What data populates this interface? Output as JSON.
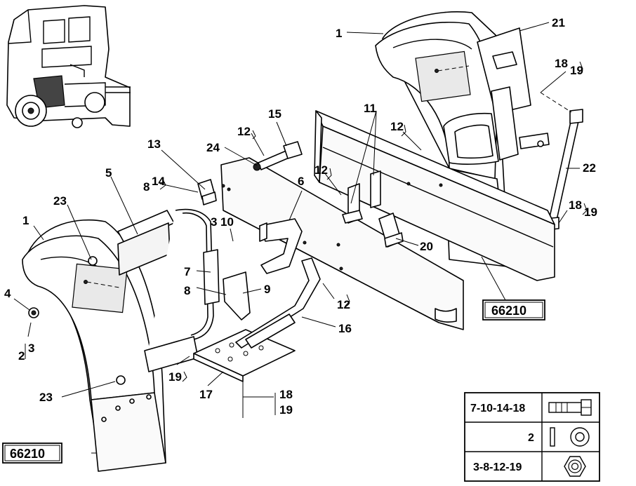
{
  "callouts": {
    "c1_top": "1",
    "c1_left": "1",
    "c21": "21",
    "c18_top": "18",
    "c19_top": "19",
    "c11": "11",
    "c12_a": "12",
    "c12_b": "12",
    "c12_c": "12",
    "c12_d": "12",
    "c15": "15",
    "c24": "24",
    "c13": "13",
    "c5": "5",
    "c8_a": "8",
    "c14": "14",
    "c23_top": "23",
    "c3_a": "3",
    "c10": "10",
    "c6": "6",
    "c22": "22",
    "c18_right": "18",
    "c19_right": "19",
    "c20": "20",
    "c4": "4",
    "c2": "2",
    "c3_b": "3",
    "c7": "7",
    "c8_b": "8",
    "c9": "9",
    "c16": "16",
    "c19_bottom": "19",
    "c17": "17",
    "c18_bottom": "18",
    "c19_bottom2": "19",
    "c23_bottom": "23"
  },
  "references": {
    "ref_right": "66210",
    "ref_left": "66210"
  },
  "legend": {
    "rows": [
      {
        "label": "7-10-14-18",
        "icon": "bolt-icon"
      },
      {
        "label": "2",
        "icon": "washer-icon"
      },
      {
        "label": "3-8-12-19",
        "icon": "nut-icon"
      }
    ]
  }
}
